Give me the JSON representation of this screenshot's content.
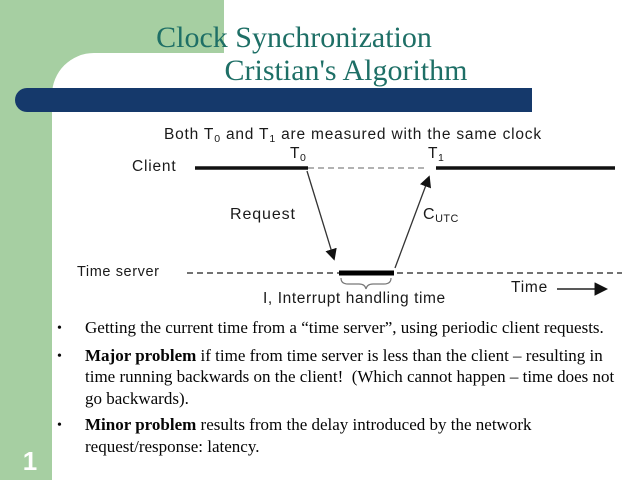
{
  "page_number": "1",
  "bullet_char": "•",
  "title": {
    "line1": "Clock Synchronization",
    "line2": "Cristian's Algorithm"
  },
  "diagram": {
    "caption": {
      "p1": "Both T",
      "sub1": "0",
      "p2": " and T",
      "sub2": "1",
      "p3": " are measured with the same clock"
    },
    "client_label": "Client",
    "server_label": "Time server",
    "t0": {
      "main": "T",
      "sub": "0"
    },
    "t1": {
      "main": "T",
      "sub": "1"
    },
    "request_label": "Request",
    "cutc": {
      "main": "C",
      "sub": "UTC"
    },
    "interrupt_label": "I, Interrupt handling time",
    "time_axis_label": "Time"
  },
  "bullets": [
    {
      "lead": "",
      "rest": "Getting the current time from a “time server”, using periodic client requests."
    },
    {
      "lead": "Major problem",
      "rest": " if time from time server is less than the client – resulting in time running backwards on the client!  (Which cannot happen – time does not go backwards)."
    },
    {
      "lead": "Minor problem",
      "rest": " results from the delay introduced by the network request/response: latency."
    }
  ],
  "colors": {
    "accent_green": "#a6cfa2",
    "accent_navy": "#15396b",
    "title_teal": "#1e6f66"
  }
}
